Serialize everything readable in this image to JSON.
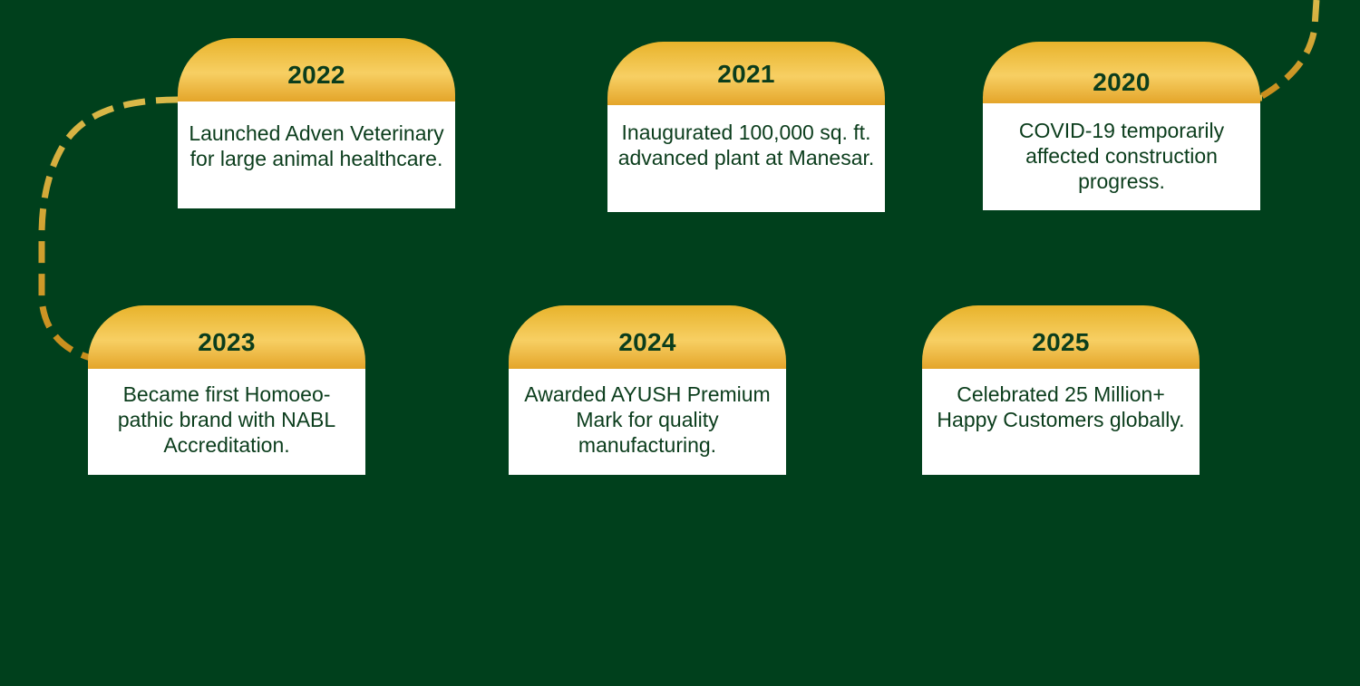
{
  "colors": {
    "background": "#00401c",
    "path": "#d4ad3c",
    "tab_gold": "#f2c54e",
    "card_body": "#ffffff",
    "text": "#0b3d1c"
  },
  "milestones": [
    {
      "year": "2022",
      "text": "Launched Adven Veterinary for large animal healthcare."
    },
    {
      "year": "2021",
      "text": "Inaugurated 100,000 sq. ft. advanced plant at Manesar."
    },
    {
      "year": "2020",
      "text": "COVID-19 temporarily affected construction progress."
    },
    {
      "year": "2023",
      "text": "Became first Homoeo-pathic brand with NABL Accreditation."
    },
    {
      "year": "2024",
      "text": "Awarded AYUSH Premium Mark for quality manufacturing."
    },
    {
      "year": "2025",
      "text": "Celebrated 25 Million+ Happy Customers globally."
    }
  ]
}
